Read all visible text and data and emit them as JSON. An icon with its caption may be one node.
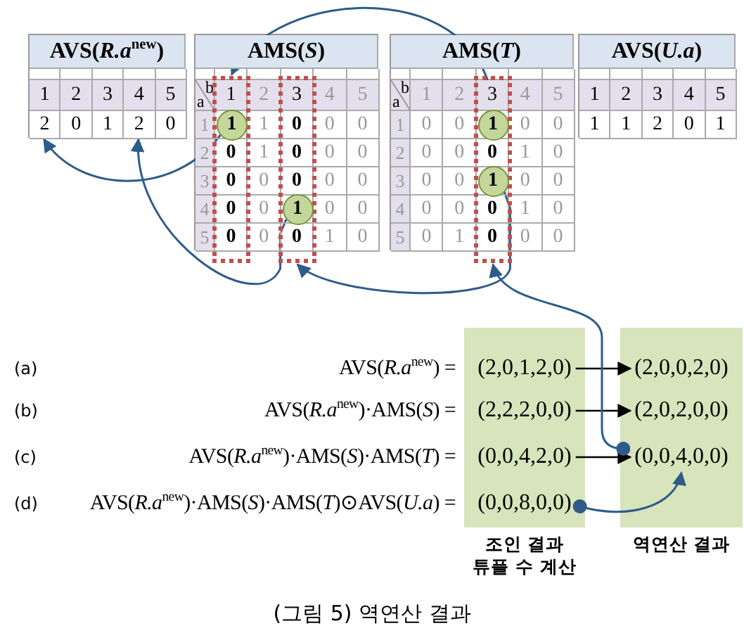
{
  "diagram": {
    "caption": "(그림 5) 역연산 결과",
    "nodes": [
      {
        "text": [
          "AVS(*R.a*$^{new}$)"
        ]
      },
      {
        "text": [
          "AMS(*S*)"
        ]
      },
      {
        "text": [],
        "shape": "box",
        "in": 1
      },
      {
        "text": [
          "1"
        ],
        "in": 2
      },
      {
        "text": [],
        "shape": "box",
        "in": 1
      },
      {
        "text": [
          "1"
        ],
        "in": 4
      },
      {
        "text": [
          "AMS(*T*)"
        ]
      },
      {
        "text": [],
        "shape": "box",
        "in": 6
      },
      {
        "text": [
          "1"
        ],
        "in": 7
      },
      {
        "text": [
          "1"
        ],
        "in": 7
      },
      {
        "text": [
          "AVS(*U.a*)"
        ]
      },
      {
        "text": [
          "조인 결과 튜플 수 계산"
        ]
      },
      {
        "text": [
          "(2,0,1,2,0)"
        ],
        "in": 11
      },
      {
        "text": [
          "(2,2,2,0,0)"
        ],
        "in": 11
      },
      {
        "text": [
          "(0,0,4,2,0)"
        ],
        "in": 11
      },
      {
        "text": [
          "(0,0,8,0,0)"
        ],
        "in": 11
      },
      {
        "text": [
          "역연산 결과"
        ]
      },
      {
        "text": [
          "(2,0,0,2,0)"
        ],
        "in": 16
      },
      {
        "text": [
          "(2,0,2,0,0)"
        ],
        "in": 16
      },
      {
        "text": [
          "(0,0,4,0,0)"
        ],
        "in": 16
      }
    ],
    "edges": [
      {
        "from": 12,
        "to": 17,
        "arrow": "to",
        "color": "#000000"
      },
      {
        "from": 13,
        "to": 18,
        "arrow": "to",
        "color": "#000000"
      },
      {
        "from": 14,
        "to": 19,
        "arrow": "to",
        "color": "#000000"
      },
      {
        "from": 15,
        "to": 19,
        "arrow": "to"
      },
      {
        "from": 19,
        "to": 7,
        "arrow": "to"
      },
      {
        "from": 8,
        "to": 2,
        "arrow": "to"
      },
      {
        "from": 9,
        "to": 4,
        "arrow": "to"
      },
      {
        "from": 3,
        "to": 0,
        "arrow": "to"
      },
      {
        "from": 5,
        "to": 0,
        "arrow": "to"
      }
    ],
    "labels": [
      "1",
      "2",
      "3",
      "4",
      "5",
      "2",
      "0",
      "1",
      "2",
      "0",
      "b",
      "a",
      "1",
      "2",
      "3",
      "4",
      "5",
      "1",
      "1",
      "0",
      "0",
      "0",
      "2",
      "0",
      "1",
      "0",
      "0",
      "0",
      "3",
      "0",
      "0",
      "0",
      "0",
      "0",
      "4",
      "0",
      "0",
      "0",
      "0",
      "5",
      "0",
      "0",
      "0",
      "1",
      "0",
      "b",
      "a",
      "1",
      "2",
      "3",
      "4",
      "5",
      "1",
      "0",
      "0",
      "0",
      "0",
      "2",
      "0",
      "0",
      "0",
      "1",
      "0",
      "3",
      "0",
      "0",
      "0",
      "0",
      "4",
      "0",
      "0",
      "0",
      "1",
      "0",
      "5",
      "0",
      "1",
      "0",
      "0",
      "0",
      "1",
      "2",
      "3",
      "4",
      "5",
      "1",
      "1",
      "2",
      "0",
      "1",
      "(a)",
      "AVS(*R.a*$^{new}$) =",
      "(b)",
      "AVS(*R.a*$^{new}$)·AMS(*S*) =",
      "(c)",
      "AVS(*R.a*$^{new}$)·AMS(*S*)·AMS(*T*) =",
      "(d)",
      "AVS(*R.a*$^{new}$)·AMS(*S*)·AMS(*T*)⊙AVS(*U.a*) ="
    ]
  }
}
